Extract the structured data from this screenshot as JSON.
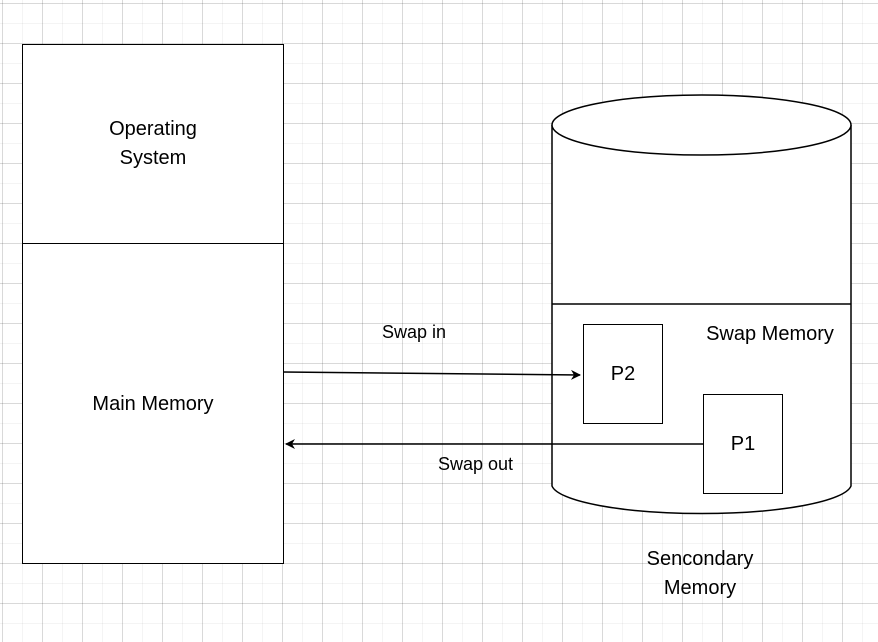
{
  "diagram": {
    "main_memory_block": {
      "os_label": "Operating\nSystem",
      "main_label": "Main Memory"
    },
    "secondary_memory": {
      "swap_memory_label": "Swap Memory",
      "caption": "Sencondary\nMemory"
    },
    "processes": {
      "p1": "P1",
      "p2": "P2"
    },
    "arrows": {
      "swap_in_label": "Swap in",
      "swap_out_label": "Swap out"
    }
  }
}
